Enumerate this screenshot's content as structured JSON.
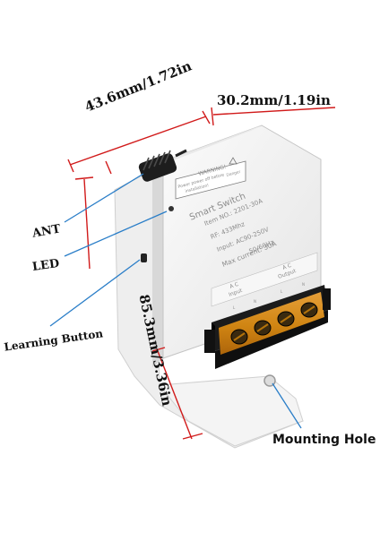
{
  "dimensions": {
    "top_left": "43.6mm/1.72in",
    "top_right": "30.2mm/1.19in",
    "side": "85.3mm/3.36in"
  },
  "callouts": {
    "ant": "ANT",
    "led": "LED",
    "learning_button": "Learning Button",
    "mounting_hole": "Mounting Hole"
  },
  "device": {
    "warning_title": "WARNING!",
    "warning_line_1": "Power power off before",
    "warning_line_2": "installation!",
    "danger_label": "Danger",
    "product_name": "Smart Switch",
    "item_no": "Item NO.: 2201-30A",
    "rf": "RF: 433Mhz",
    "input": "Input: AC90-250V",
    "frequency": "50/60Hz",
    "max_current": "Max current: 30A",
    "terminal_input_ac": "A C",
    "terminal_input": "Input",
    "terminal_output_ac": "A C",
    "terminal_output": "Output",
    "terminal_l1": "L",
    "terminal_n1": "N",
    "terminal_l2": "L",
    "terminal_n2": "N"
  },
  "colors": {
    "dimension_line": "#d11a1a",
    "callout_line": "#2a7ec8",
    "terminal_amber": "#d98a12",
    "housing": "#f2f2f2"
  }
}
